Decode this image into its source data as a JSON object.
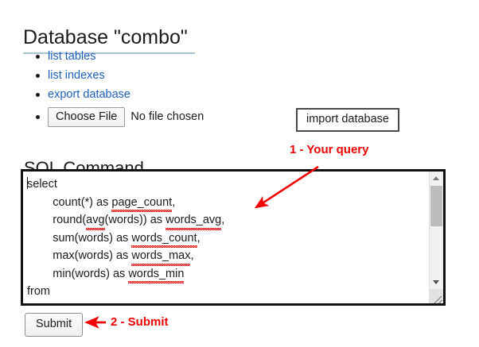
{
  "page": {
    "title": "Database \"combo\""
  },
  "actions": {
    "items": [
      {
        "label": "list tables",
        "name": "list-tables-link"
      },
      {
        "label": "list indexes",
        "name": "list-indexes-link"
      },
      {
        "label": "export database",
        "name": "export-database-link"
      }
    ],
    "file_input": {
      "button_label": "Choose File",
      "status_text": "No file chosen"
    },
    "import_button_label": "import database"
  },
  "sql_section": {
    "heading": "SQL Command",
    "submit_label": "Submit",
    "query_lines": [
      "select",
      "        count(*) as page_count,",
      "        round(avg(words)) as words_avg,",
      "        sum(words) as words_count,",
      "        max(words) as words_max,",
      "        min(words) as words_min",
      "from"
    ],
    "query_value": "select\n        count(*) as page_count,\n        round(avg(words)) as words_avg,\n        sum(words) as words_count,\n        max(words) as words_max,\n        min(words) as words_min\nfrom",
    "tokens": {
      "l1": "select",
      "l2_pre": "count(*) as ",
      "l2_sq": "page_count",
      "l2_post": ",",
      "l3_pre": "round(",
      "l3_sq1": "avg",
      "l3_mid": "(words)) as ",
      "l3_sq2": "words_avg",
      "l3_post": ",",
      "l4_pre": "sum(words) as ",
      "l4_sq": "words_count",
      "l4_post": ",",
      "l5_pre": "max(words) as ",
      "l5_sq": "words_max",
      "l5_post": ",",
      "l6_pre": "min(words) as ",
      "l6_sq": "words_min",
      "l7": "from"
    },
    "scrollbar": {
      "up_arrow": "scroll-up",
      "down_arrow": "scroll-down"
    }
  },
  "annotations": [
    {
      "text": "1 - Your query",
      "name": "annotation-your-query"
    },
    {
      "text": "2 - Submit",
      "name": "annotation-submit"
    }
  ],
  "colors": {
    "link": "#1f5fbf",
    "annotation_red": "#f00000",
    "title_rule": "#a9c2d4",
    "textarea_border": "#111111",
    "spellcheck_red": "#e01b1b"
  }
}
